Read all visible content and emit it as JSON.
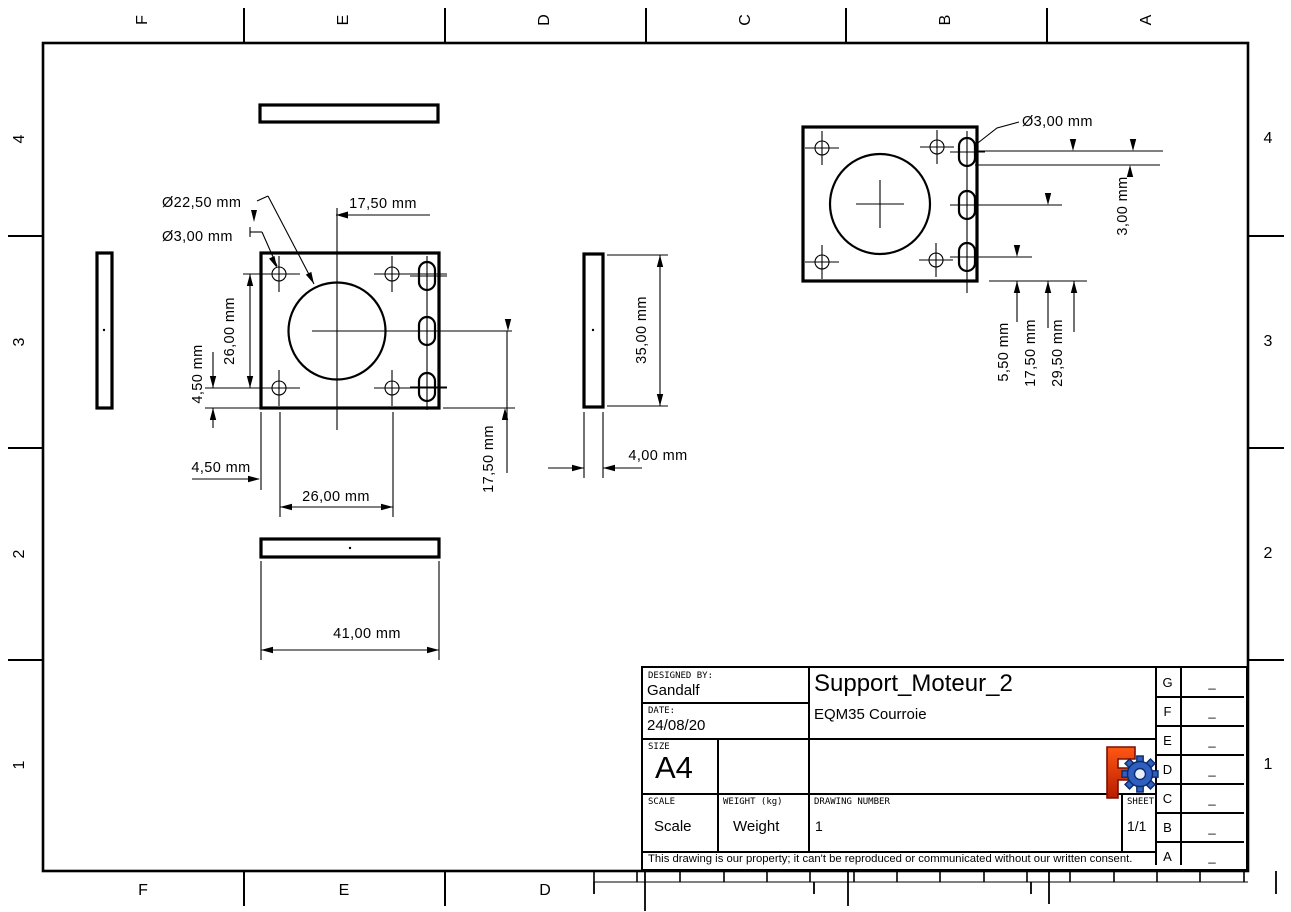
{
  "border": {
    "top": [
      "F",
      "E",
      "D",
      "C",
      "B",
      "A"
    ],
    "bottom": [
      "F",
      "E",
      "D"
    ],
    "left": [
      "4",
      "3",
      "2",
      "1"
    ],
    "right": [
      "4",
      "3",
      "2",
      "1"
    ]
  },
  "dimensions": {
    "front_view": {
      "bore_diameter": "Ø22,50 mm",
      "hole_diameter": "Ø3,00 mm",
      "center_offset_x": "17,50 mm",
      "hole_spacing_y": "26,00 mm",
      "hole_edge_y": "4,50 mm",
      "hole_edge_x": "4,50 mm",
      "hole_spacing_x": "26,00 mm",
      "total_width": "41,00 mm",
      "center_offset_y": "17,50 mm"
    },
    "side_view": {
      "height": "35,00 mm",
      "thickness": "4,00 mm"
    },
    "back_view": {
      "slot_diameter": "Ø3,00 mm",
      "slot_width": "3,00 mm",
      "slot_pos_1": "5,50 mm",
      "slot_pos_2": "17,50 mm",
      "slot_pos_3": "29,50 mm"
    }
  },
  "title_block": {
    "designed_by_label": "DESIGNED BY:",
    "designed_by": "Gandalf",
    "date_label": "DATE:",
    "date": "24/08/20",
    "title": "Support_Moteur_2",
    "subtitle": "EQM35 Courroie",
    "size_label": "SIZE",
    "size": "A4",
    "scale_label": "SCALE",
    "scale": "Scale",
    "weight_label": "WEIGHT (kg)",
    "weight": "Weight",
    "drawing_number_label": "DRAWING NUMBER",
    "drawing_number": "1",
    "sheet_label": "SHEET",
    "sheet": "1/1",
    "disclaimer": "This drawing is our property; it can't be reproduced or communicated without our written consent.",
    "revisions": [
      {
        "zone": "G",
        "value": "_"
      },
      {
        "zone": "F",
        "value": "_"
      },
      {
        "zone": "E",
        "value": "_"
      },
      {
        "zone": "D",
        "value": "_"
      },
      {
        "zone": "C",
        "value": "_"
      },
      {
        "zone": "B",
        "value": "_"
      },
      {
        "zone": "A",
        "value": "_"
      }
    ]
  },
  "logo": {
    "name": "FreeCAD",
    "f_color_top": "#ff5714",
    "f_color_bottom": "#b71c00",
    "gear_color": "#2f5fc0",
    "gear_edge": "#0d2b6b"
  }
}
